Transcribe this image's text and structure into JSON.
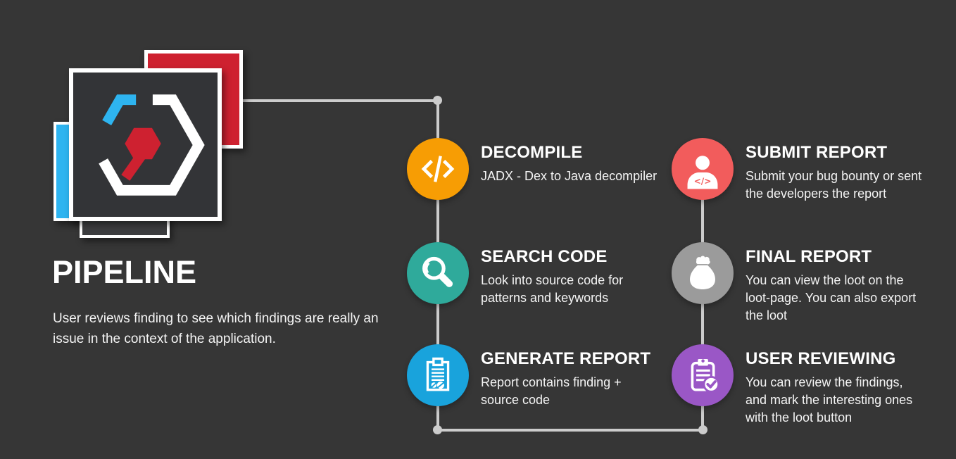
{
  "page": {
    "title": "PIPELINE",
    "subtitle": "User reviews finding to see which findings are really an\nissue in the context of the application."
  },
  "colors": {
    "background": "#363636",
    "connector": "#CCCCCC",
    "text": "#FFFFFF"
  },
  "logo": {
    "name": "hexagon-code-logo",
    "colors": {
      "cyan": "#2EB4F0",
      "red": "#CE2130",
      "dark_tile": "#3C3D3F",
      "tile_bg": "#333437",
      "white": "#FFFFFF"
    }
  },
  "steps": [
    {
      "id": "decompile",
      "icon": "code-icon",
      "color": "#F79D04",
      "title": "DECOMPILE",
      "description": "JADX - Dex to Java decompiler"
    },
    {
      "id": "search-code",
      "icon": "search-icon",
      "color": "#2FAA9B",
      "title": "SEARCH CODE",
      "description": "Look into source code for\npatterns and keywords"
    },
    {
      "id": "generate-report",
      "icon": "report-icon",
      "color": "#19A3DC",
      "title": "GENERATE REPORT",
      "description": "Report contains finding +\nsource code"
    },
    {
      "id": "submit-report",
      "icon": "person-code-icon",
      "color": "#F25C5C",
      "title": "SUBMIT REPORT",
      "description": "Submit your bug bounty or sent\nthe developers the report"
    },
    {
      "id": "final-report",
      "icon": "loot-bag-icon",
      "color": "#9B9B9B",
      "title": "FINAL REPORT",
      "description": "You can view the loot on the\nloot-page. You can also export\nthe loot"
    },
    {
      "id": "user-reviewing",
      "icon": "clipboard-check-icon",
      "color": "#9A57C6",
      "title": "USER REVIEWING",
      "description": "You can review the findings,\nand mark the interesting ones\nwith the loot button"
    }
  ]
}
